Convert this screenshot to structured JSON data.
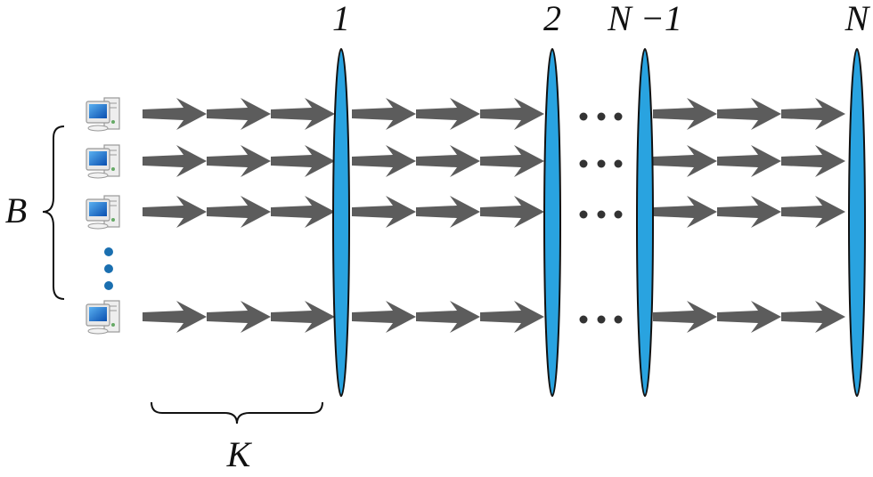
{
  "labels": {
    "stages": [
      "1",
      "2",
      "N −1",
      "N"
    ],
    "batch": "B",
    "steps": "K"
  },
  "colors": {
    "lens": "#29a3e0",
    "arrow": "#5c5c5c",
    "dot": "#1a6fb0",
    "ellipsis": "#333333"
  },
  "rows": 4,
  "arrows_per_segment": 3
}
